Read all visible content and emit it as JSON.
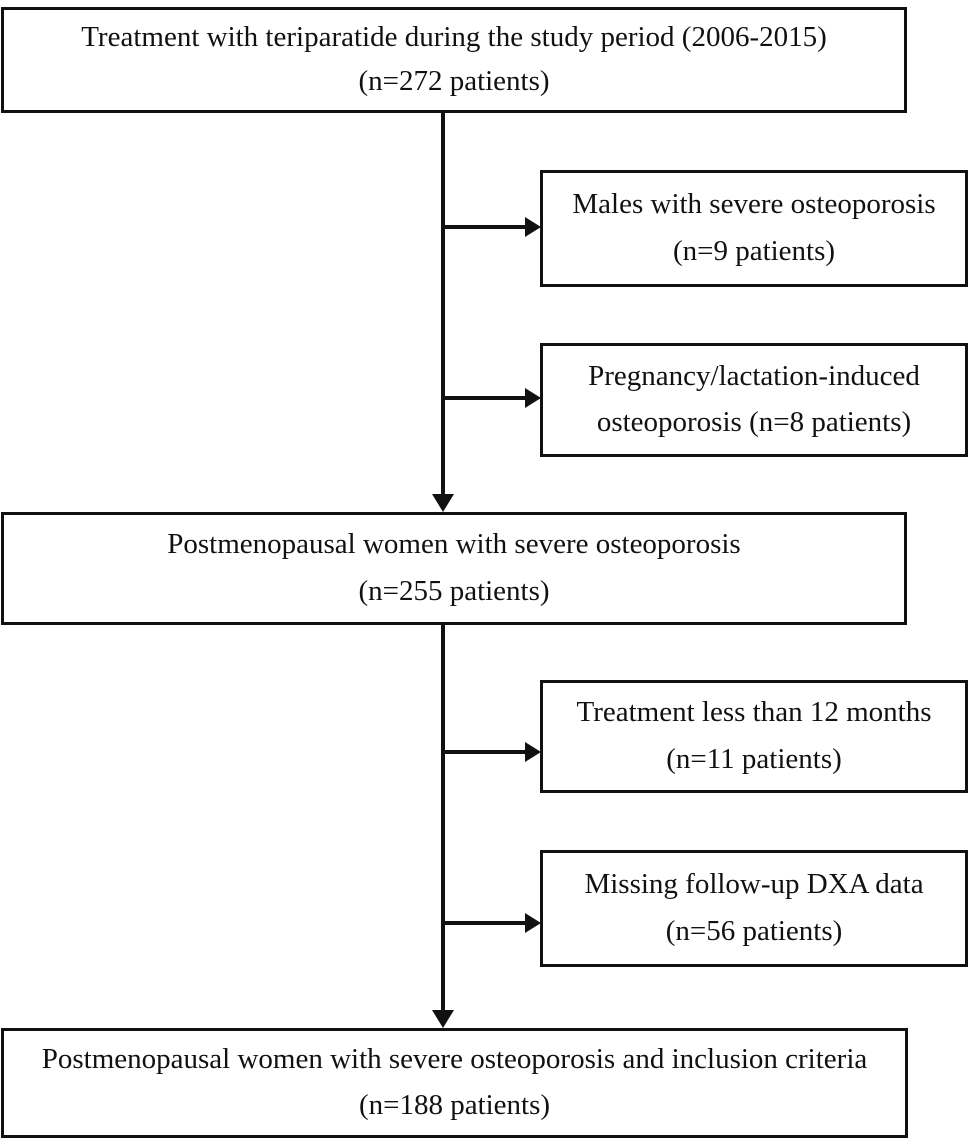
{
  "flowchart": {
    "title_implied": "Patient selection flow",
    "colors": {
      "line": "#111111",
      "text": "#111111",
      "background": "#ffffff"
    },
    "boxes": [
      {
        "id": "treated",
        "line1": "Treatment with teriparatide during the study period (2006-2015)",
        "line2": "(n=272 patients)"
      },
      {
        "id": "males",
        "line1": "Males with severe osteoporosis",
        "line2": "(n=9 patients)"
      },
      {
        "id": "pregnancy",
        "line1": "Pregnancy/lactation-induced",
        "line2": "osteoporosis (n=8 patients)"
      },
      {
        "id": "postmenopausal",
        "line1": "Postmenopausal women with severe osteoporosis",
        "line2": "(n=255 patients)"
      },
      {
        "id": "short",
        "line1": "Treatment less than 12 months",
        "line2": "(n=11 patients)"
      },
      {
        "id": "dxa",
        "line1": "Missing follow-up DXA data",
        "line2": "(n=56 patients)"
      },
      {
        "id": "final",
        "line1": "Postmenopausal women with severe osteoporosis and inclusion criteria",
        "line2": "(n=188 patients)"
      }
    ]
  }
}
